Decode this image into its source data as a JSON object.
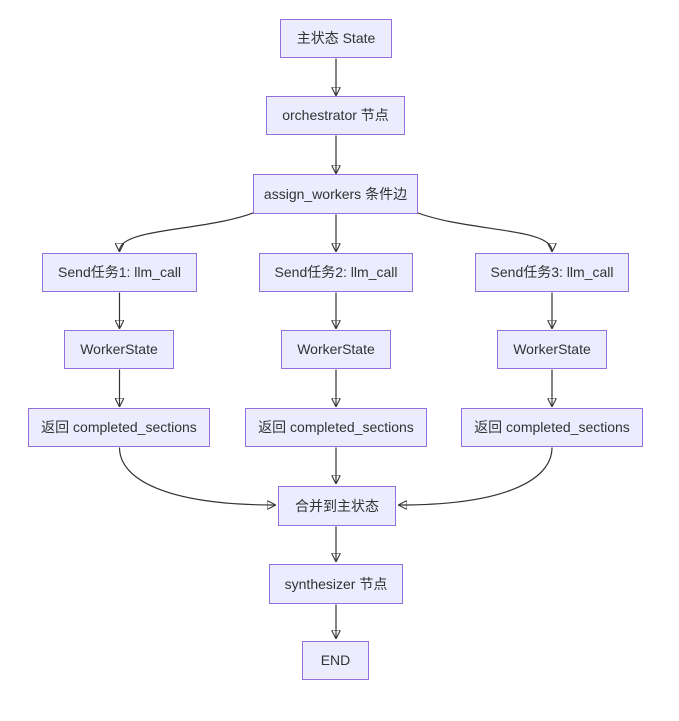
{
  "diagram": {
    "type": "flowchart",
    "direction": "top-down",
    "colors": {
      "background": "#FFFFFF",
      "node_fill": "#ECECFF",
      "node_border": "#9370DB",
      "edge": "#333333",
      "text": "#333333"
    },
    "nodes": {
      "state": {
        "label": "主状态 State"
      },
      "orchestrator": {
        "label": "orchestrator 节点"
      },
      "assign": {
        "label": "assign_workers 条件边"
      },
      "send1": {
        "label": "Send任务1: llm_call"
      },
      "send2": {
        "label": "Send任务2: llm_call"
      },
      "send3": {
        "label": "Send任务3: llm_call"
      },
      "worker1": {
        "label": "WorkerState"
      },
      "worker2": {
        "label": "WorkerState"
      },
      "worker3": {
        "label": "WorkerState"
      },
      "return1": {
        "label": "返回 completed_sections"
      },
      "return2": {
        "label": "返回 completed_sections"
      },
      "return3": {
        "label": "返回 completed_sections"
      },
      "merge": {
        "label": "合并到主状态"
      },
      "synthesizer": {
        "label": "synthesizer 节点"
      },
      "end": {
        "label": "END"
      }
    },
    "edges": [
      {
        "from": "state",
        "to": "orchestrator"
      },
      {
        "from": "orchestrator",
        "to": "assign"
      },
      {
        "from": "assign",
        "to": "send1"
      },
      {
        "from": "assign",
        "to": "send2"
      },
      {
        "from": "assign",
        "to": "send3"
      },
      {
        "from": "send1",
        "to": "worker1"
      },
      {
        "from": "send2",
        "to": "worker2"
      },
      {
        "from": "send3",
        "to": "worker3"
      },
      {
        "from": "worker1",
        "to": "return1"
      },
      {
        "from": "worker2",
        "to": "return2"
      },
      {
        "from": "worker3",
        "to": "return3"
      },
      {
        "from": "return1",
        "to": "merge"
      },
      {
        "from": "return2",
        "to": "merge"
      },
      {
        "from": "return3",
        "to": "merge"
      },
      {
        "from": "merge",
        "to": "synthesizer"
      },
      {
        "from": "synthesizer",
        "to": "end"
      }
    ]
  }
}
